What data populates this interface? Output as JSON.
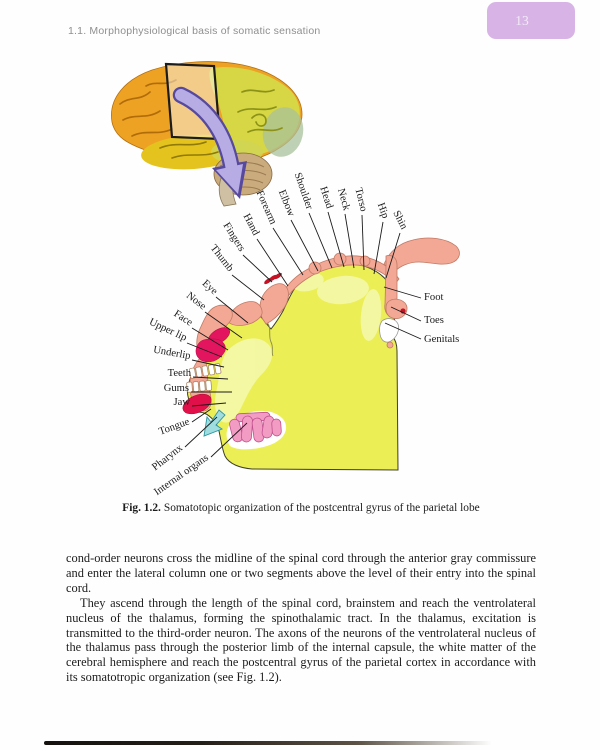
{
  "page": {
    "header": "1.1. Morphophysiological basis of somatic sensation",
    "page_number": "13"
  },
  "figure": {
    "caption_label": "Fig. 1.2.",
    "caption_text": "Somatotopic organization of the postcentral gyrus of the parietal lobe",
    "labels_top": [
      "Thumb",
      "Fingers",
      "Hand",
      "Forearm",
      "Elbow",
      "Shoulder",
      "Head",
      "Neck",
      "Torso",
      "Hip",
      "Shin"
    ],
    "labels_left": [
      "Eye",
      "Nose",
      "Face",
      "Upper lip",
      "Underlip",
      "Teeth",
      "Gums",
      "Jaw",
      "Tongue",
      "Pharynx",
      "Internal organs"
    ],
    "labels_right": [
      "Foot",
      "Toes",
      "Genitals"
    ]
  },
  "body": {
    "paragraph1": "cond-order neurons cross the midline of the spinal cord through the anterior gray commissure and enter the lateral column one or two segments above the level of their entry into the spinal cord.",
    "paragraph2": "They ascend through the length of the spinal cord, brainstem and reach the ventrolateral nucleus of the thalamus, forming the spinothalamic tract. In the thalamus, excitation is transmitted to the third-order neuron. The axons of the neurons of the ventrolateral nucleus of the thalamus pass through the posterior limb of the internal capsule, the white matter of the cerebral hemisphere and reach the postcentral gyrus of the parietal cortex in accordance with its somatotropic organization (see Fig. 1.2)."
  },
  "colors": {
    "badge": "#d8b4e6",
    "gyrus_yellow": "#ebee55",
    "body_salmon": "#f3a795",
    "lips_magenta": "#e4155f",
    "intestine_pink": "#f29cc4",
    "pharynx_cyan": "#9fdde0",
    "arrow_lavender": "#b7ace3"
  }
}
